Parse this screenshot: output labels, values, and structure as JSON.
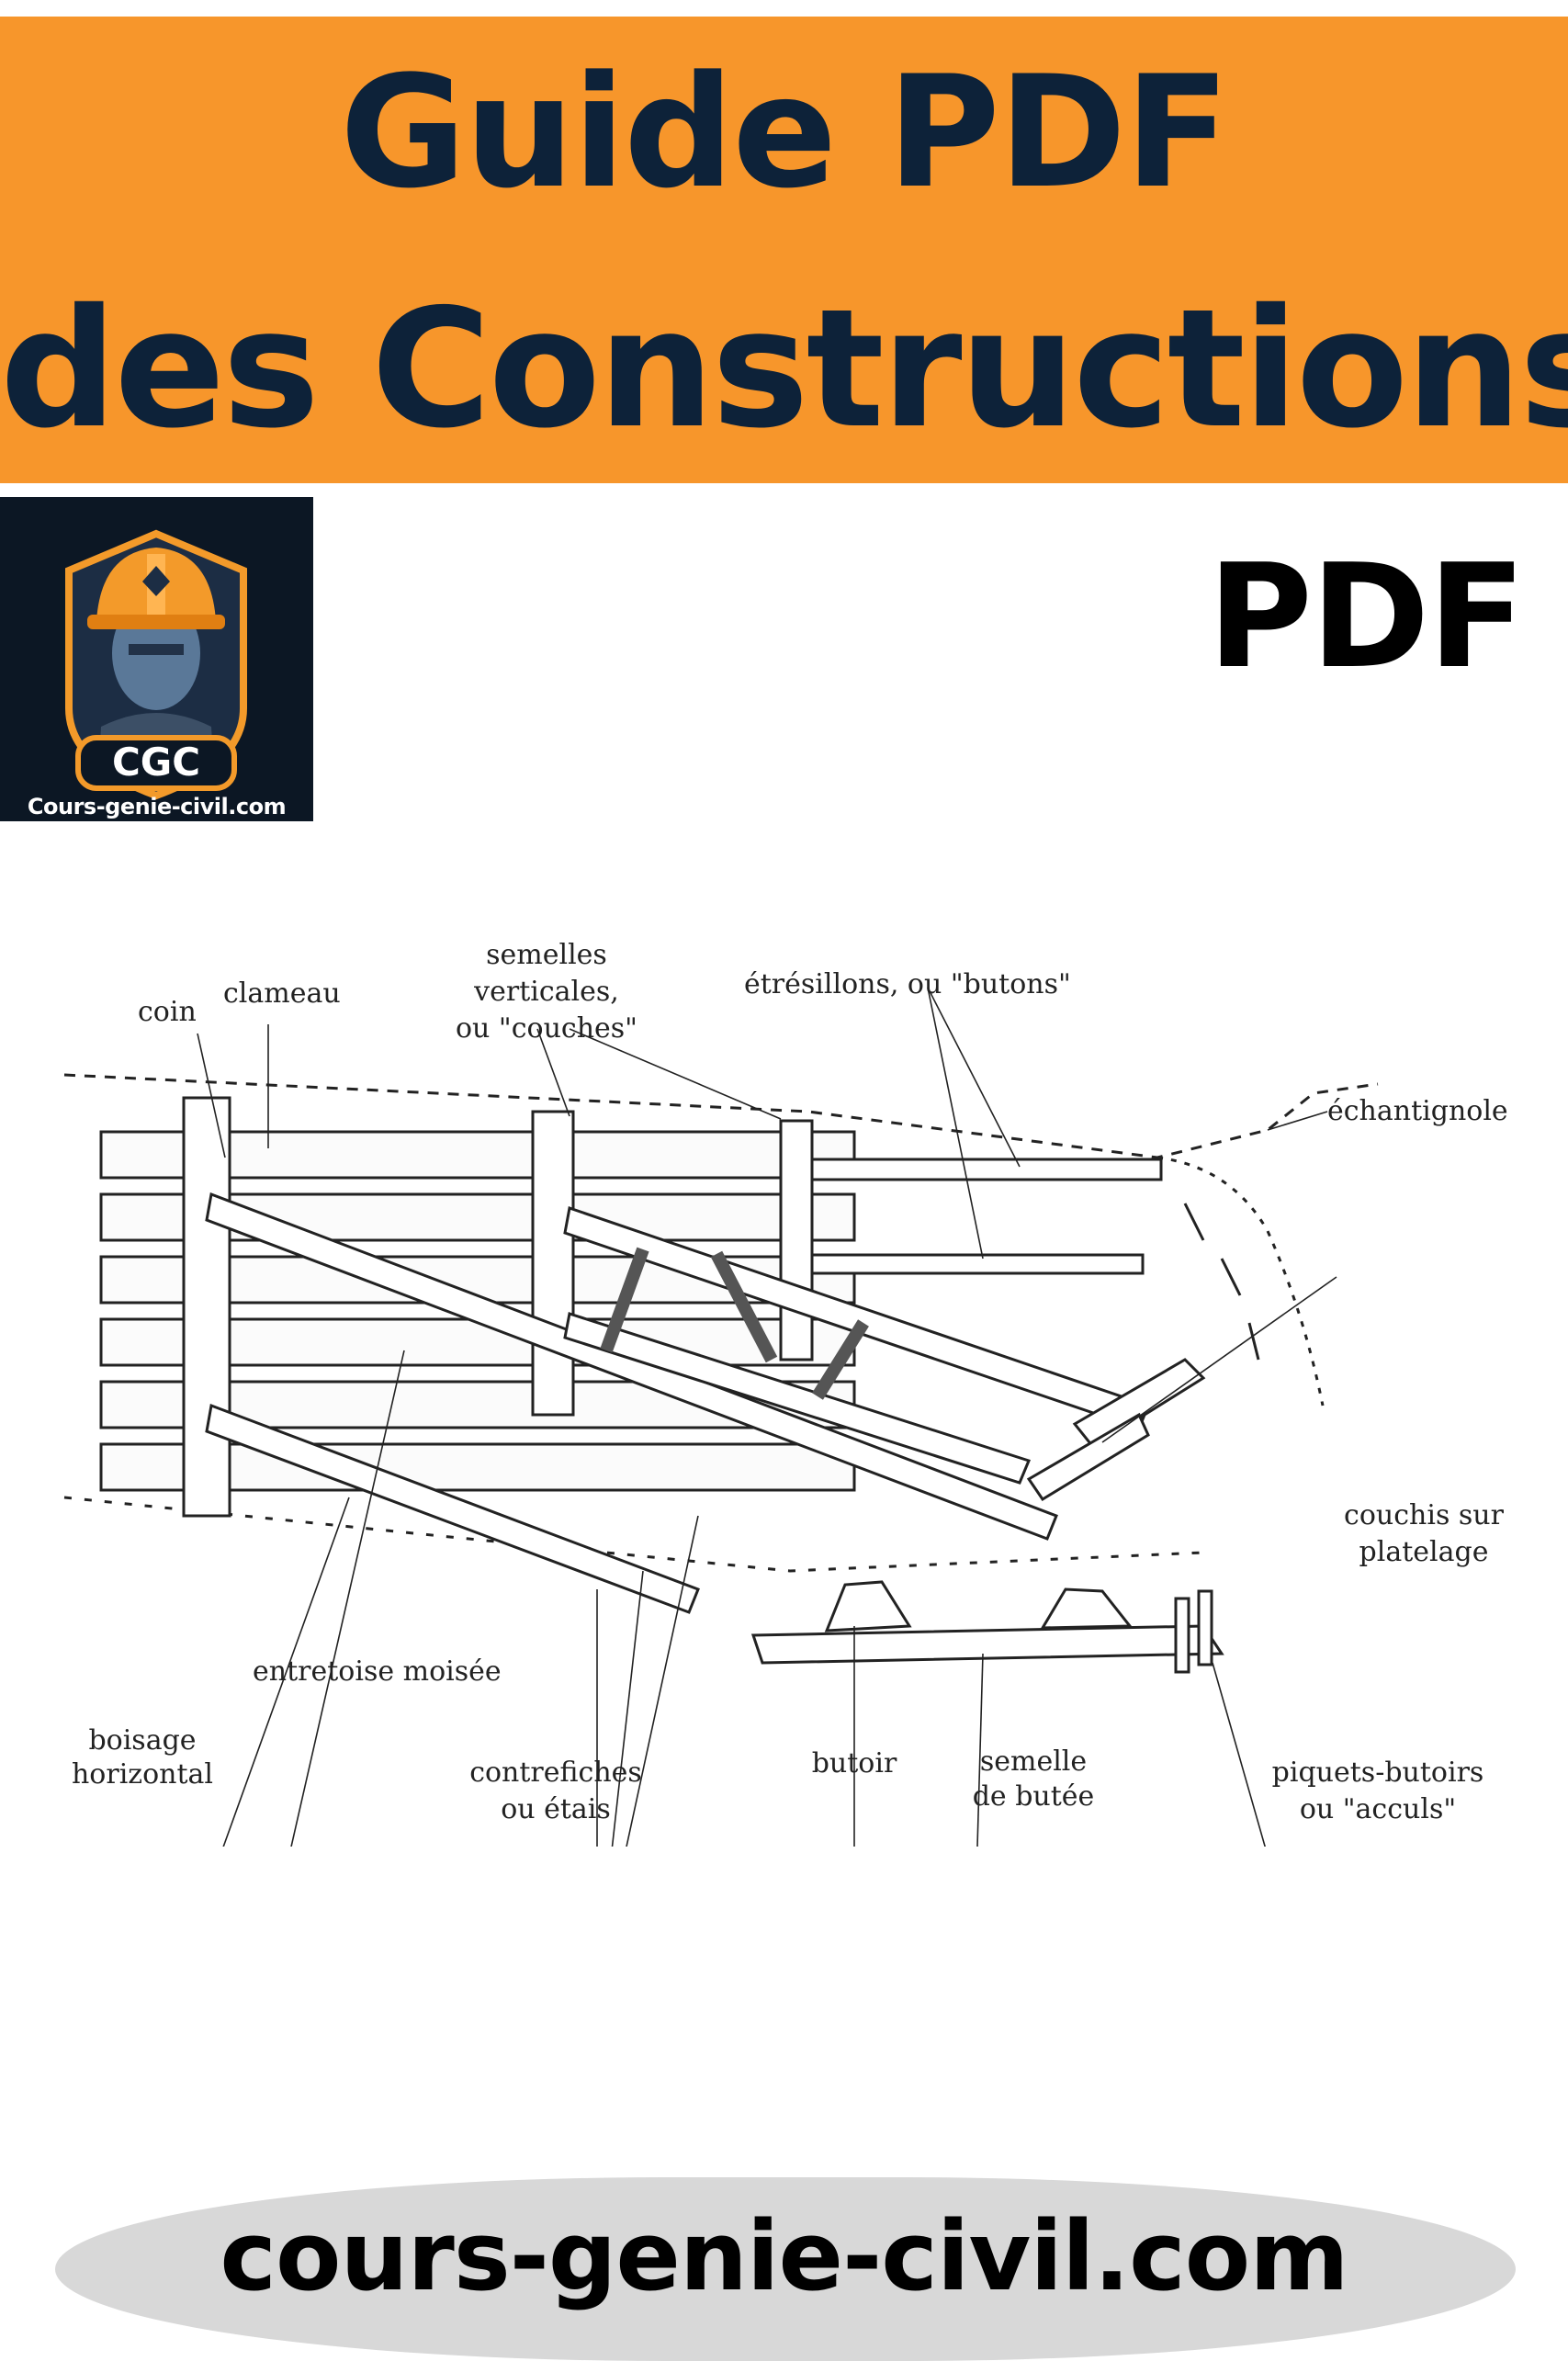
{
  "banner": {
    "line1": "Guide PDF",
    "line2": "des Constructions",
    "background": "#f7962b",
    "text_color": "#0d2239"
  },
  "logo": {
    "monogram": "CGC",
    "caption": "Cours-genie-civil.com",
    "icon": "engineer-helmet-icon"
  },
  "pdf_tag": "PDF",
  "diagram": {
    "labels": {
      "coin": "coin",
      "clameau": "clameau",
      "semelles_1": "semelles",
      "semelles_2": "verticales,",
      "semelles_3": "ou \"couches\"",
      "etresillons": "étrésillons, ou \"butons\"",
      "echantignole": "échantignole",
      "couchis_1": "couchis sur",
      "couchis_2": "platelage",
      "entretoise": "entretoise moisée",
      "boisage_1": "boisage",
      "boisage_2": "horizontal",
      "contrefiches_1": "contrefiches",
      "contrefiches_2": "ou étais",
      "butoir": "butoir",
      "semelle_butee_1": "semelle",
      "semelle_butee_2": "de butée",
      "piquets_1": "piquets-butoirs",
      "piquets_2": "ou \"acculs\""
    }
  },
  "footer": {
    "site": "cours-genie-civil.com"
  }
}
